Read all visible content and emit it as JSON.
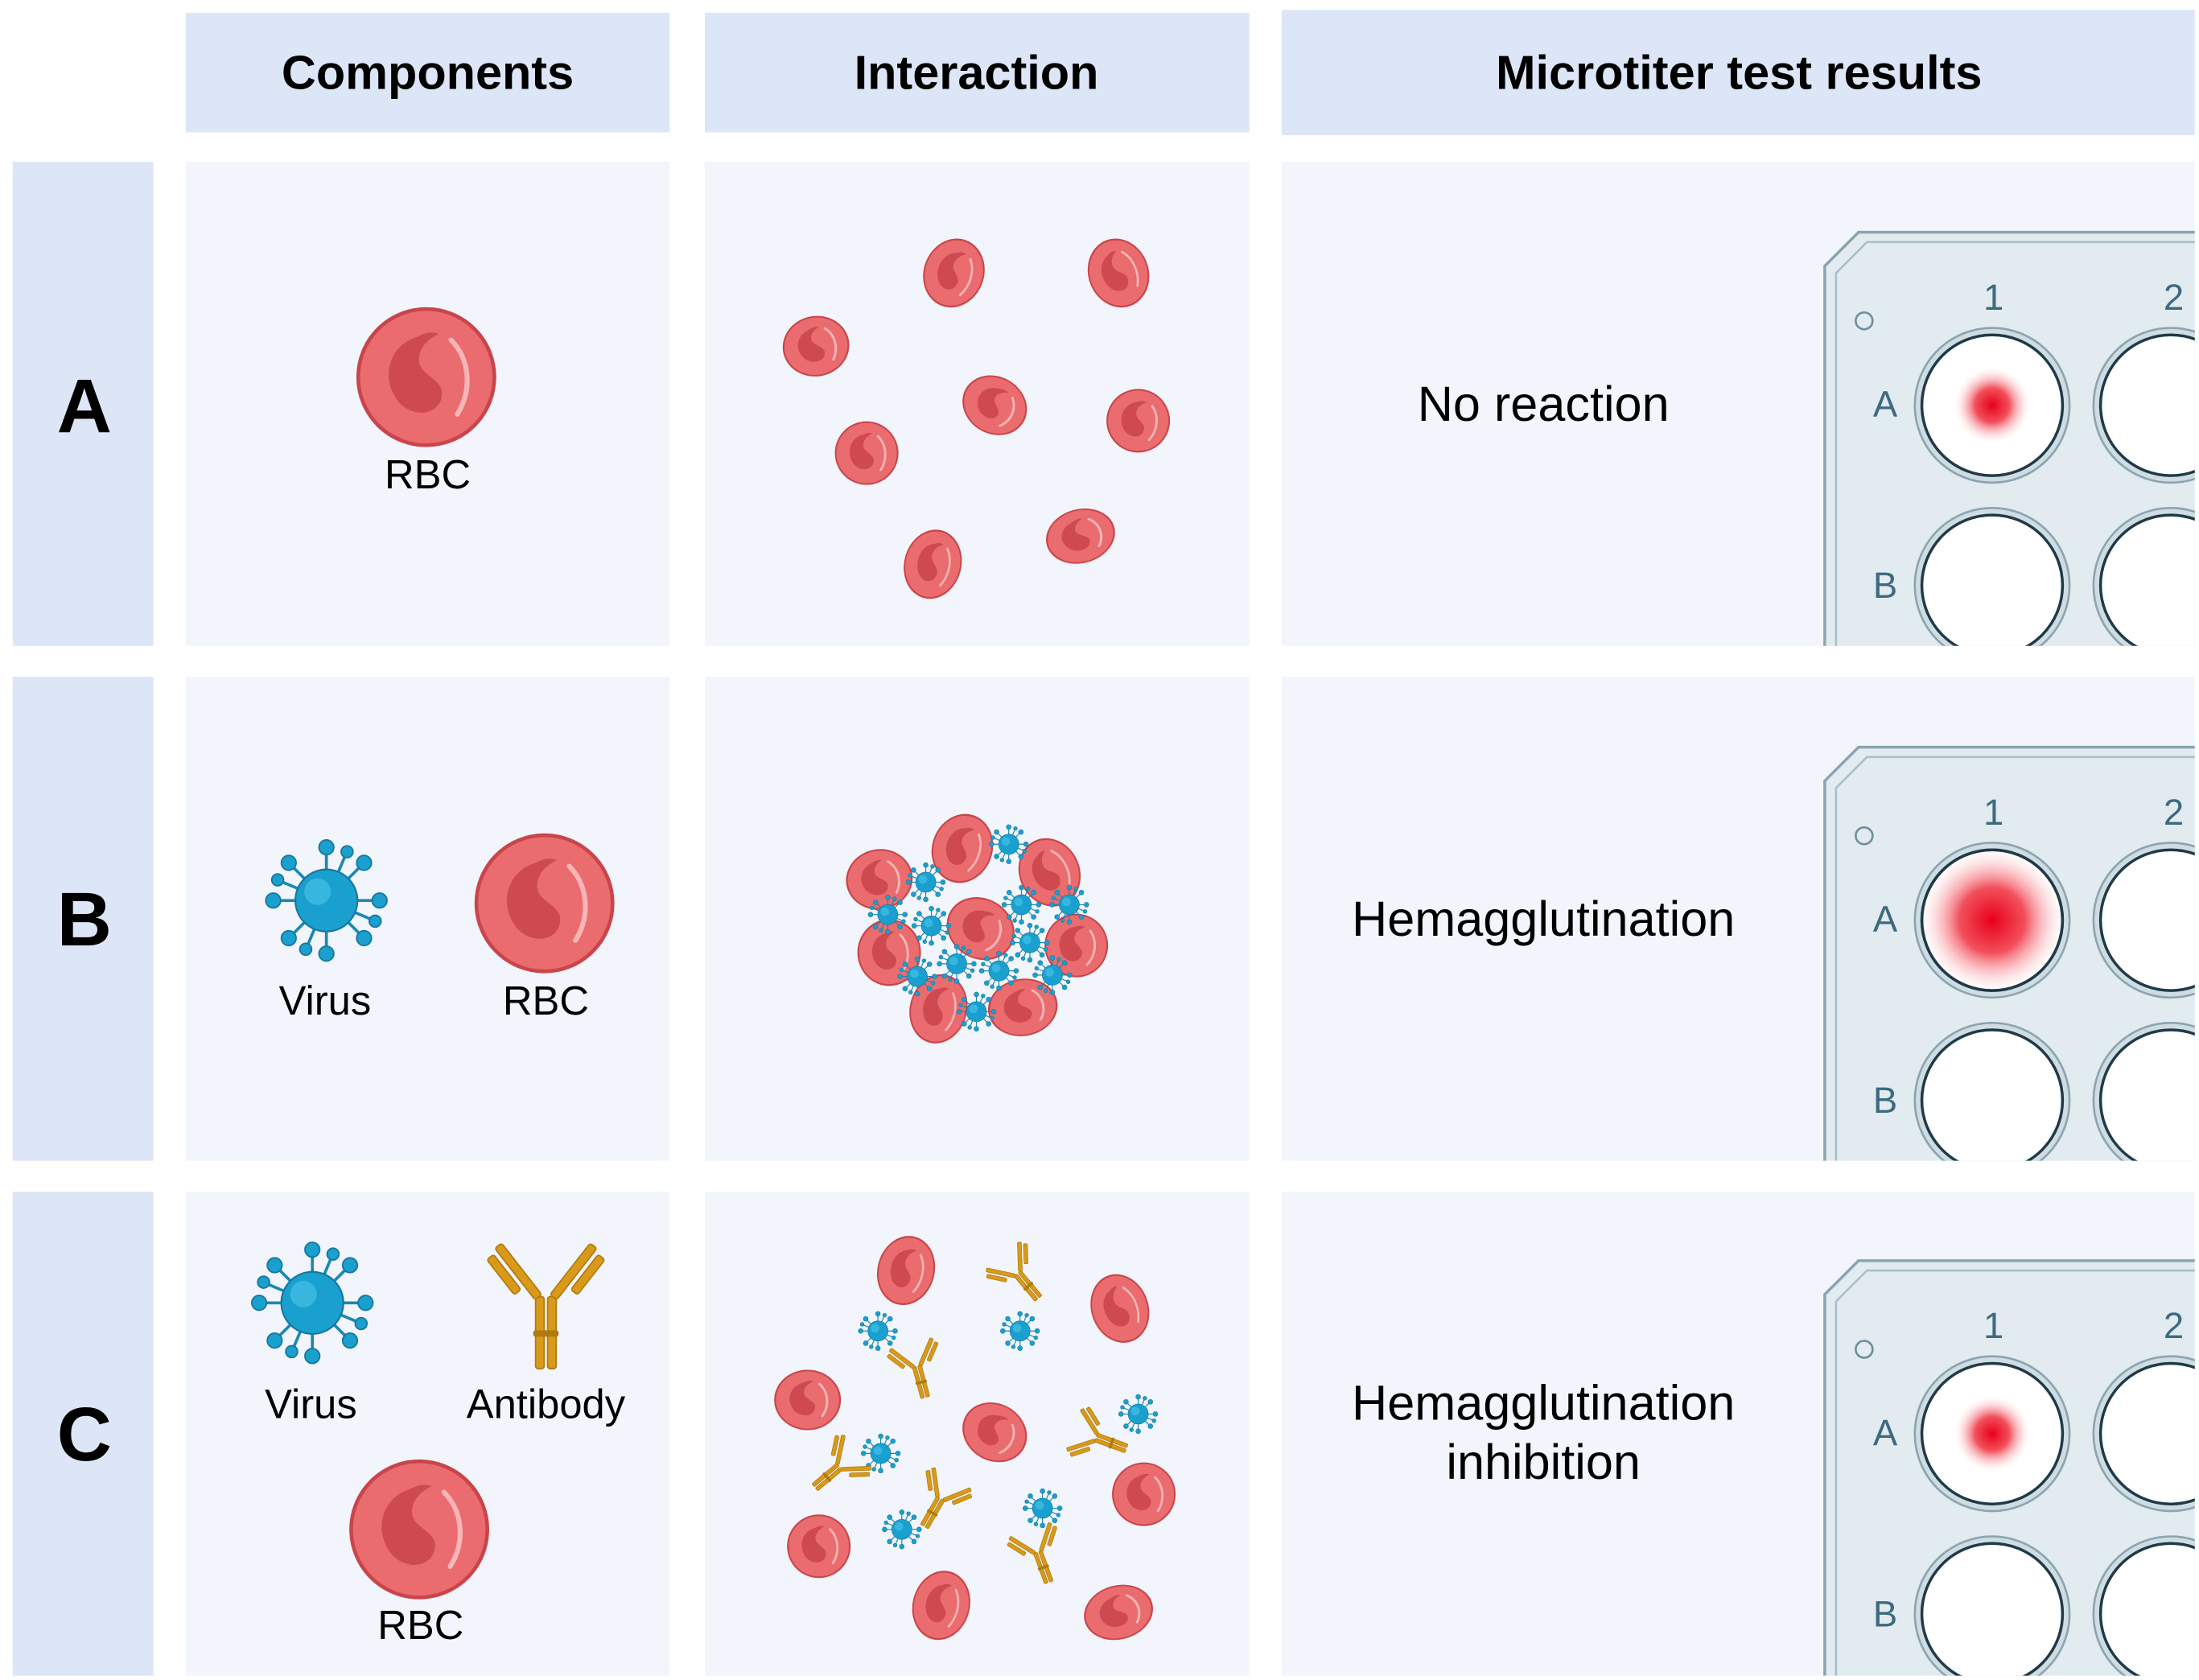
{
  "headers": {
    "components": "Components",
    "interaction": "Interaction",
    "results": "Microtiter test results"
  },
  "rows": [
    {
      "letter": "A",
      "components": {
        "rbc_label": "RBC"
      },
      "result_lines": [
        "No reaction"
      ],
      "well_spot": "small"
    },
    {
      "letter": "B",
      "components": {
        "virus_label": "Virus",
        "rbc_label": "RBC"
      },
      "result_lines": [
        "Hemagglutination"
      ],
      "well_spot": "large"
    },
    {
      "letter": "C",
      "components": {
        "virus_label": "Virus",
        "antibody_label": "Antibody",
        "rbc_label": "RBC"
      },
      "result_lines": [
        "Hemagglutination",
        "inhibition"
      ],
      "well_spot": "small"
    }
  ],
  "plate": {
    "col1": "1",
    "col2": "2",
    "rowA": "A",
    "rowB": "B"
  },
  "colors": {
    "header_bg": "#dce6f6",
    "panel_bg": "#f2f5fb",
    "rbc_fill": "#ea6c6e",
    "rbc_dark": "#cf4a50",
    "virus_fill": "#1aa0cf",
    "antibody": "#d99a1a",
    "plate_bg": "#e2ebef",
    "plate_stroke": "#8aa5b0",
    "well_text": "#3d6a80"
  }
}
